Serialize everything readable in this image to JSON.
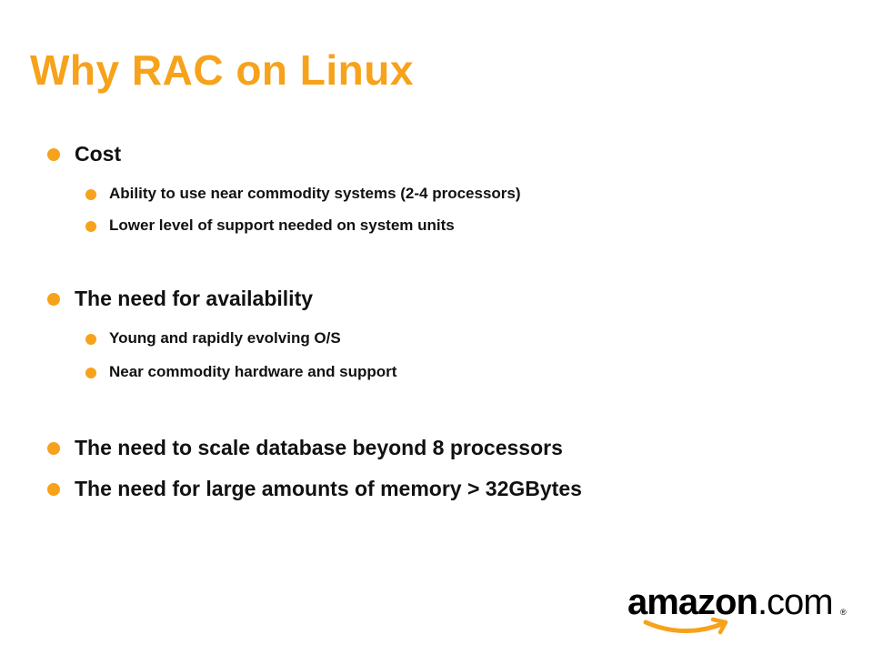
{
  "title": "Why RAC on Linux",
  "bullets": [
    {
      "text": "Cost",
      "level": 1
    },
    {
      "text": "Ability to use near commodity systems (2-4 processors)",
      "level": 2
    },
    {
      "text": "Lower level of support needed on system units",
      "level": 2
    },
    {
      "text": "The need for availability",
      "level": 1
    },
    {
      "text": "Young and rapidly evolving O/S",
      "level": 2
    },
    {
      "text": "Near commodity hardware and support",
      "level": 2
    },
    {
      "text": "The need to scale database beyond 8 processors",
      "level": 1
    },
    {
      "text": "The need for large amounts of memory > 32GBytes",
      "level": 1
    }
  ],
  "logo": {
    "primary": "amazon",
    "suffix": ".com",
    "mark": "®"
  },
  "colors": {
    "accent": "#F7A21B",
    "text": "#111111"
  }
}
